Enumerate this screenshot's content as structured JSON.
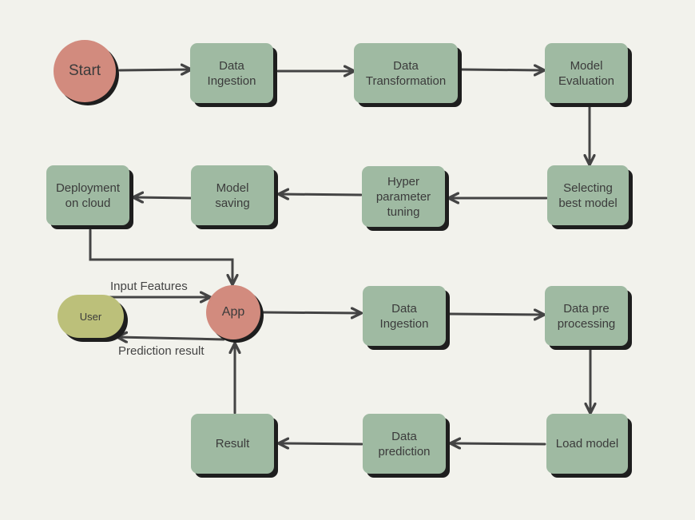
{
  "nodes": {
    "start": "Start",
    "data_ingestion_1": "Data\nIngestion",
    "data_transformation": "Data\nTransformation",
    "model_evaluation": "Model\nEvaluation",
    "selecting_best_model": "Selecting\nbest model",
    "hyper_parameter_tuning": "Hyper\nparameter\ntuning",
    "model_saving": "Model\nsaving",
    "deployment_on_cloud": "Deployment\non cloud",
    "app": "App",
    "user": "User",
    "data_ingestion_2": "Data\nIngestion",
    "data_pre_processing": "Data pre\nprocessing",
    "load_model": "Load model",
    "data_prediction": "Data\nprediction",
    "result": "Result"
  },
  "edge_labels": {
    "input_features": "Input Features",
    "prediction_result": "Prediction result"
  },
  "colors": {
    "background": "#f2f2ec",
    "process_box": "#9fbaa2",
    "start_app_circle": "#d28b7e",
    "user_pill": "#bcc07a",
    "arrow": "#444444",
    "shadow": "#1e1e1e"
  }
}
